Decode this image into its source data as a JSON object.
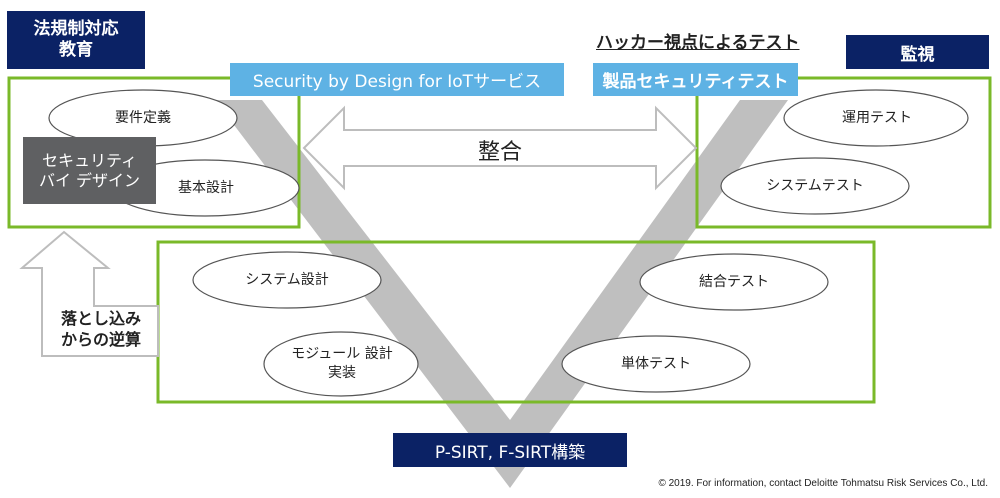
{
  "top_left_badge": {
    "line1": "法規制対応",
    "line2": "教育"
  },
  "top_right_badge": "監視",
  "hacker_caption": "ハッカー視点によるテスト",
  "left_header": "Security by Design for IoTサービス",
  "right_header": "製品セキュリティテスト",
  "alignment_label": "整合",
  "sbd_box": {
    "line1": "セキュリティ",
    "line2": "バイ デザイン"
  },
  "backcast_label": {
    "line1": "落とし込み",
    "line2": "からの逆算"
  },
  "left_phases": [
    {
      "label": "要件定義"
    },
    {
      "label": "基本設計"
    },
    {
      "label": "システム設計"
    },
    {
      "line1": "モジュール 設計",
      "line2": "実装"
    }
  ],
  "right_phases": [
    {
      "label": "運用テスト"
    },
    {
      "label": "システムテスト"
    },
    {
      "label": "結合テスト"
    },
    {
      "label": "単体テスト"
    }
  ],
  "bottom_badge": "P-SIRT, F-SIRT構築",
  "copyright": "© 2019. For information, contact Deloitte Tohmatsu Risk Services Co., Ltd.",
  "colors": {
    "navy": "#0b2265",
    "sky": "#5eb2e4",
    "green": "#7ab929",
    "v_gray": "#bfbfbf",
    "dark_gray": "#5f6062"
  }
}
